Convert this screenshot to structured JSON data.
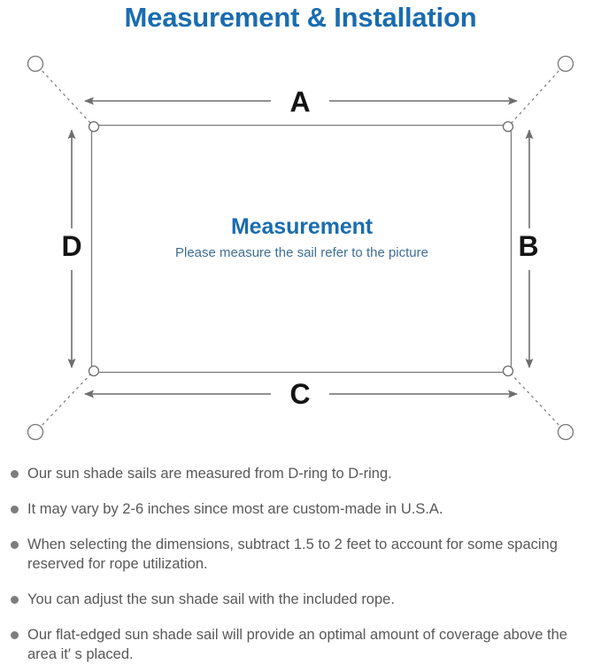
{
  "header": {
    "title": "Measurement & Installation",
    "title_color": "#1a6cb0"
  },
  "diagram": {
    "center_title": "Measurement",
    "center_subtitle": "Please measure the sail refer to the picture",
    "dimension_labels": {
      "top": "A",
      "right": "B",
      "bottom": "C",
      "left": "D"
    },
    "line_color": "#6e6e70",
    "sail_border_color": "#7a7a7c",
    "anchor_count": 4,
    "d_ring_count": 4
  },
  "notes": [
    {
      "text": "Our sun shade sails are measured from D-ring to D-ring."
    },
    {
      "text": "It may vary by 2-6 inches since most are custom-made in U.S.A."
    },
    {
      "text": "When selecting the dimensions, subtract 1.5 to 2 feet to account for some spacing reserved for rope utilization."
    },
    {
      "text": "You can adjust the sun shade sail with the included rope."
    },
    {
      "text": "Our flat-edged sun shade sail will provide an optimal amount of coverage above the area it′ s placed."
    }
  ]
}
